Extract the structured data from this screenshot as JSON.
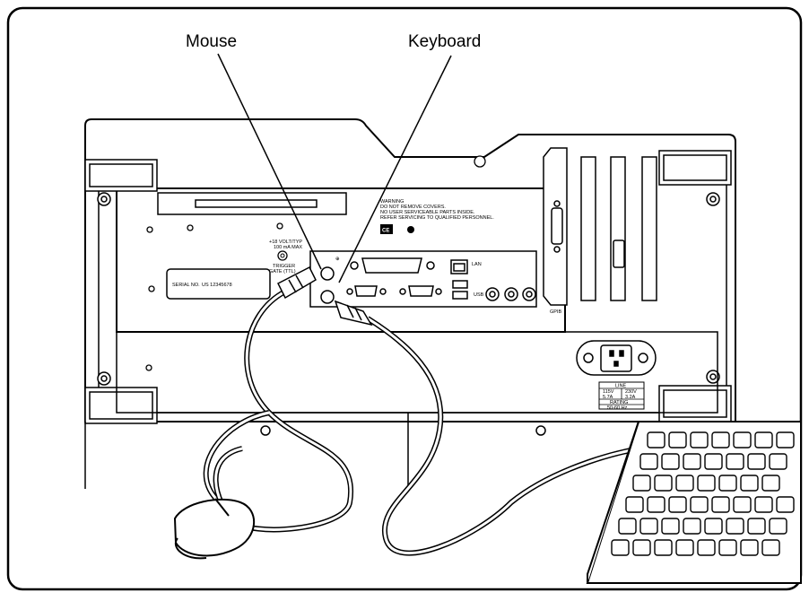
{
  "callouts": {
    "mouse": "Mouse",
    "keyboard": "Keyboard"
  },
  "panel": {
    "warning": [
      "WARNING",
      "DO NOT REMOVE COVERS.",
      "NO USER SERVICEABLE PARTS INSIDE.",
      "REFER SERVICING TO QUALIFIED PERSONNEL."
    ],
    "ce_mark": "CE",
    "volt_note": [
      "+18 VOLT/TYP",
      "100 mA MAX"
    ],
    "trigger": [
      "TRIGGER",
      "GATE (TTL)"
    ],
    "serial_label": "SERIAL NO.",
    "serial_value": "US 12345678",
    "lan": "LAN",
    "usb": "USB",
    "gpib": "GPIB",
    "line_table": [
      "LINE",
      "115V",
      "230V",
      "5.7A",
      "3.2A",
      "RATING",
      "50-60 Hz"
    ]
  },
  "colors": {
    "line": "#000000",
    "background": "#ffffff",
    "cable": "#ffffff"
  }
}
